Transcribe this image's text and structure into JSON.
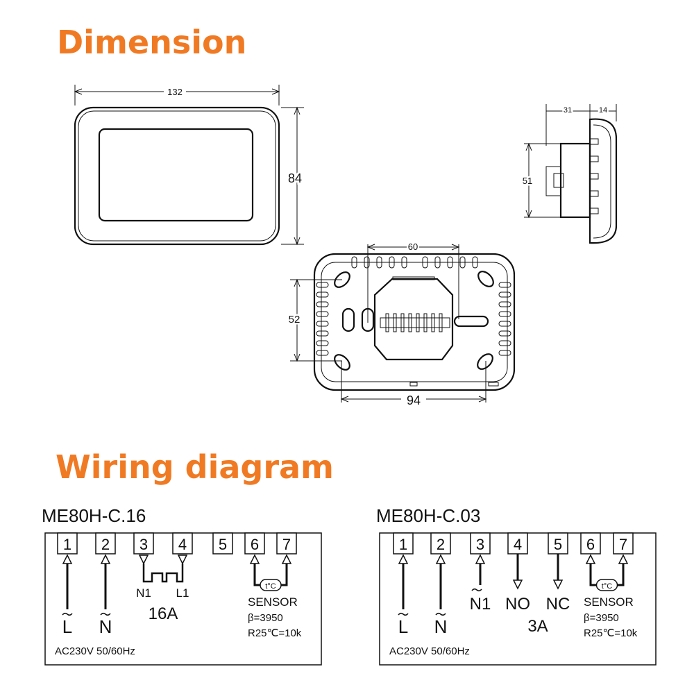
{
  "titles": {
    "dimension": "Dimension",
    "wiring": "Wiring diagram"
  },
  "accent_color": "#f07a23",
  "dimensions": {
    "front_width": "132",
    "front_height": "84",
    "side_depth": "31",
    "side_front": "14",
    "side_height": "51",
    "back_top": "60",
    "back_height": "52",
    "back_bottom": "94"
  },
  "wiring": [
    {
      "model": "ME80H-C.16",
      "terminals": [
        "1",
        "2",
        "3",
        "4",
        "5",
        "6",
        "7"
      ],
      "labels": {
        "l": "L",
        "n": "N",
        "n1": "N1",
        "l1": "L1",
        "rating": "16A",
        "sensor_icon": "t°C",
        "sensor": "SENSOR",
        "beta": "β=3950",
        "r25": "R25℃=10k",
        "supply": "AC230V  50/60Hz"
      }
    },
    {
      "model": "ME80H-C.03",
      "terminals": [
        "1",
        "2",
        "3",
        "4",
        "5",
        "6",
        "7"
      ],
      "labels": {
        "l": "L",
        "n": "N",
        "n1": "N1",
        "no": "NO",
        "nc": "NC",
        "rating": "3A",
        "sensor_icon": "t°C",
        "sensor": "SENSOR",
        "beta": "β=3950",
        "r25": "R25℃=10k",
        "supply": "AC230V  50/60Hz"
      }
    }
  ]
}
